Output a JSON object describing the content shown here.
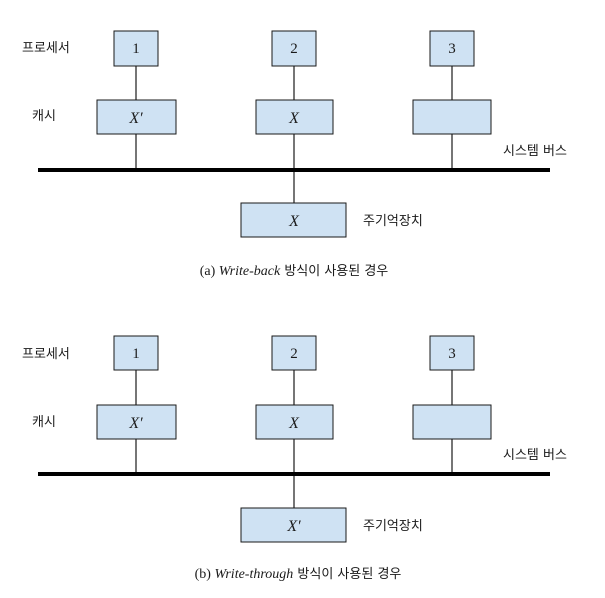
{
  "panels": [
    {
      "label_processor": "프로세서",
      "label_cache": "캐시",
      "label_bus": "시스템 버스",
      "label_memory": "주기억장치",
      "processors": [
        "1",
        "2",
        "3"
      ],
      "caches": [
        "X′",
        "X",
        ""
      ],
      "memory_value": "X",
      "caption": {
        "prefix": "(a) ",
        "method": "Write-back",
        "suffix": " 방식이 사용된 경우"
      }
    },
    {
      "label_processor": "프로세서",
      "label_cache": "캐시",
      "label_bus": "시스템 버스",
      "label_memory": "주기억장치",
      "processors": [
        "1",
        "2",
        "3"
      ],
      "caches": [
        "X′",
        "X",
        ""
      ],
      "memory_value": "X′",
      "caption": {
        "prefix": "(b) ",
        "method": "Write-through",
        "suffix": " 방식이 사용된 경우"
      }
    }
  ]
}
